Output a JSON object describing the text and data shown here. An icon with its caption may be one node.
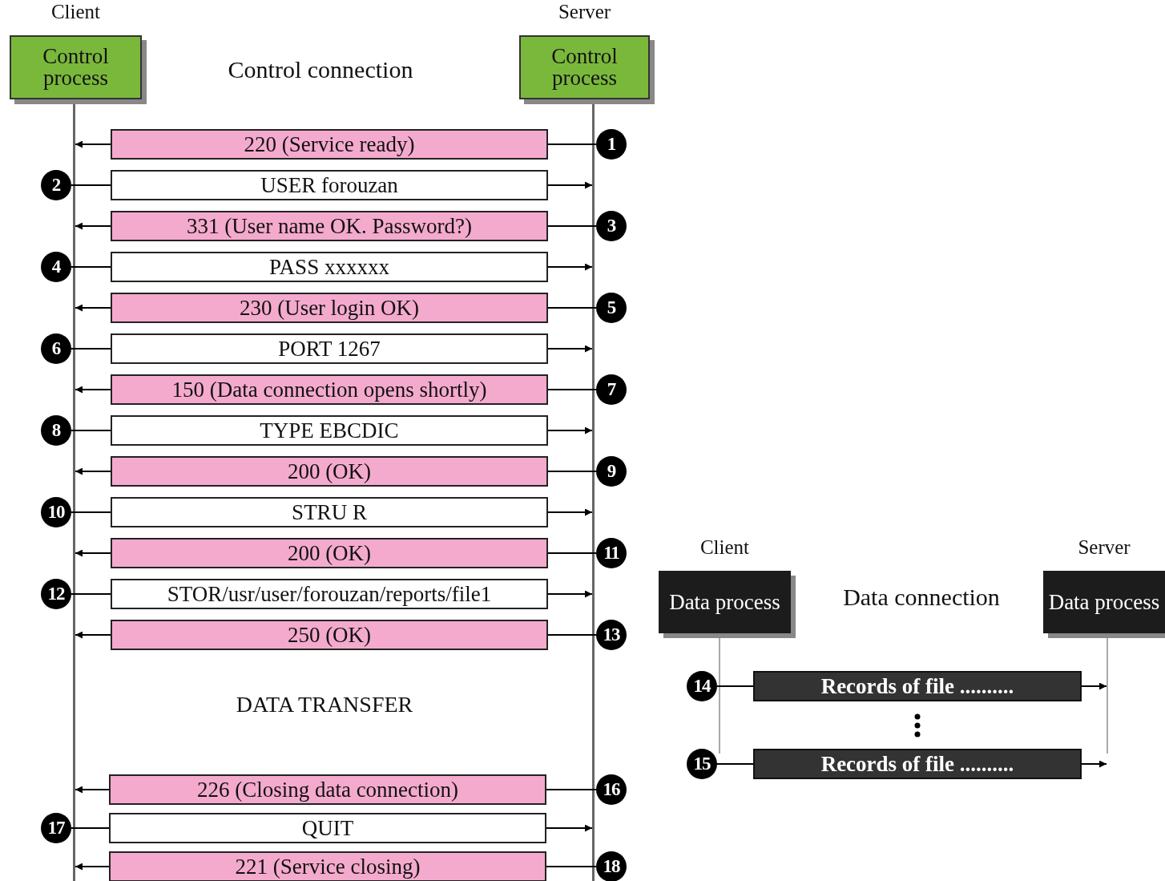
{
  "diagram": {
    "nodes": [
      {
        "text": [
          "Client",
          "Control process"
        ]
      },
      {
        "text": [
          "Server",
          "Control process"
        ]
      },
      {
        "text": [
          "220 (Service ready)"
        ]
      },
      {
        "text": [
          "1"
        ]
      },
      {
        "text": [
          "2"
        ]
      },
      {
        "text": [
          "USER forouzan"
        ]
      },
      {
        "text": [
          "331 (User name OK. Password?)"
        ]
      },
      {
        "text": [
          "3"
        ]
      },
      {
        "text": [
          "4"
        ]
      },
      {
        "text": [
          "PASS xxxxxx"
        ]
      },
      {
        "text": [
          "230 (User login OK)"
        ]
      },
      {
        "text": [
          "5"
        ]
      },
      {
        "text": [
          "6"
        ]
      },
      {
        "text": [
          "PORT 1267"
        ]
      },
      {
        "text": [
          "150 (Data connection opens shortly)"
        ]
      },
      {
        "text": [
          "7"
        ]
      },
      {
        "text": [
          "8"
        ]
      },
      {
        "text": [
          "TYPE EBCDIC"
        ]
      },
      {
        "text": [
          "200 (OK)"
        ]
      },
      {
        "text": [
          "9"
        ]
      },
      {
        "text": [
          "10"
        ]
      },
      {
        "text": [
          "STRU R"
        ]
      },
      {
        "text": [
          "200 (OK)"
        ]
      },
      {
        "text": [
          "11"
        ]
      },
      {
        "text": [
          "12"
        ]
      },
      {
        "text": [
          "STOR/usr/user/forouzan/reports/file1"
        ]
      },
      {
        "text": [
          "250 (OK)"
        ]
      },
      {
        "text": [
          "13"
        ]
      },
      {
        "text": [
          "226 (Closing data connection)"
        ]
      },
      {
        "text": [
          "16"
        ]
      },
      {
        "text": [
          "17"
        ]
      },
      {
        "text": [
          "QUIT"
        ]
      },
      {
        "text": [
          "221 (Service closing)"
        ]
      },
      {
        "text": [
          "18"
        ]
      },
      {
        "text": [
          "Client",
          "Data process"
        ]
      },
      {
        "text": [
          "Server",
          "Data process"
        ]
      },
      {
        "text": [
          "14"
        ]
      },
      {
        "text": [
          "Records of file .........."
        ]
      },
      {
        "text": [
          "15"
        ]
      },
      {
        "text": [
          "Records of file .........."
        ]
      },
      {
        "text": [],
        "shape": "line"
      },
      {
        "text": [],
        "shape": "line"
      },
      {
        "text": [],
        "shape": "line"
      },
      {
        "text": [],
        "shape": "line"
      }
    ],
    "edges": [
      {
        "from": 3,
        "to": 2,
        "arrow": "none"
      },
      {
        "from": 2,
        "to": 40,
        "arrow": "to"
      },
      {
        "from": 4,
        "to": 5,
        "arrow": "none"
      },
      {
        "from": 5,
        "to": 41,
        "arrow": "to"
      },
      {
        "from": 7,
        "to": 6,
        "arrow": "none"
      },
      {
        "from": 6,
        "to": 40,
        "arrow": "to"
      },
      {
        "from": 8,
        "to": 9,
        "arrow": "none"
      },
      {
        "from": 9,
        "to": 41,
        "arrow": "to"
      },
      {
        "from": 11,
        "to": 10,
        "arrow": "none"
      },
      {
        "from": 10,
        "to": 40,
        "arrow": "to"
      },
      {
        "from": 12,
        "to": 13,
        "arrow": "none"
      },
      {
        "from": 13,
        "to": 41,
        "arrow": "to"
      },
      {
        "from": 15,
        "to": 14,
        "arrow": "none"
      },
      {
        "from": 14,
        "to": 40,
        "arrow": "to"
      },
      {
        "from": 16,
        "to": 17,
        "arrow": "none"
      },
      {
        "from": 17,
        "to": 41,
        "arrow": "to"
      },
      {
        "from": 19,
        "to": 18,
        "arrow": "none"
      },
      {
        "from": 18,
        "to": 40,
        "arrow": "to"
      },
      {
        "from": 20,
        "to": 21,
        "arrow": "none"
      },
      {
        "from": 21,
        "to": 41,
        "arrow": "to"
      },
      {
        "from": 23,
        "to": 22,
        "arrow": "none"
      },
      {
        "from": 22,
        "to": 40,
        "arrow": "to"
      },
      {
        "from": 24,
        "to": 25,
        "arrow": "none"
      },
      {
        "from": 25,
        "to": 41,
        "arrow": "to"
      },
      {
        "from": 27,
        "to": 26,
        "arrow": "none"
      },
      {
        "from": 26,
        "to": 40,
        "arrow": "to"
      },
      {
        "from": 29,
        "to": 28,
        "arrow": "none"
      },
      {
        "from": 28,
        "to": 40,
        "arrow": "to"
      },
      {
        "from": 30,
        "to": 31,
        "arrow": "none"
      },
      {
        "from": 31,
        "to": 41,
        "arrow": "to"
      },
      {
        "from": 33,
        "to": 32,
        "arrow": "none"
      },
      {
        "from": 32,
        "to": 40,
        "arrow": "to"
      },
      {
        "from": 36,
        "to": 37,
        "arrow": "none"
      },
      {
        "from": 37,
        "to": 43,
        "arrow": "to"
      },
      {
        "from": 38,
        "to": 39,
        "arrow": "none"
      },
      {
        "from": 39,
        "to": 43,
        "arrow": "to"
      }
    ],
    "labels": [
      "Control connection",
      "DATA TRANSFER",
      "Data connection"
    ]
  }
}
